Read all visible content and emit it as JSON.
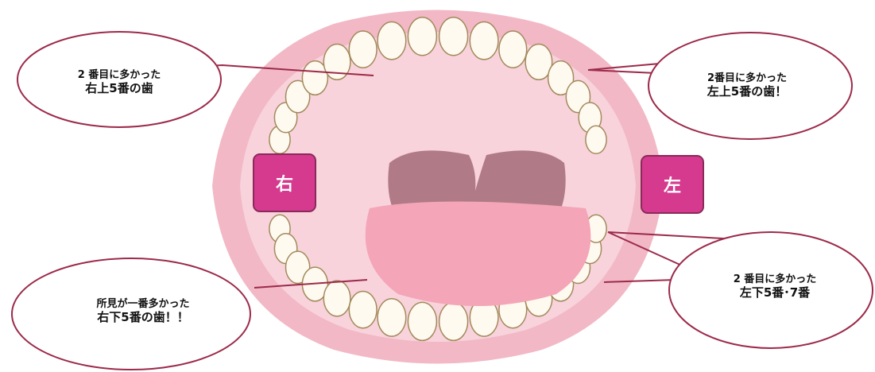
{
  "labels": {
    "right_side": "右",
    "left_side": "左"
  },
  "callouts": {
    "upper_right": {
      "line1": "2 番目に多かった",
      "line2": "右上5番の歯"
    },
    "upper_left": {
      "line1": "2番目に多かった",
      "line2": "左上5番の歯！"
    },
    "lower_right": {
      "line1": "所見が一番多かった",
      "line2": "右下5番の歯！！"
    },
    "lower_left": {
      "line1": "2 番目に多かった",
      "line2": "左下5番･7番"
    }
  },
  "colors": {
    "gum_outer": "#f2b8c6",
    "gum_inner": "#f8d3dc",
    "palate": "#fbe0e7",
    "tongue": "#f4a5b7",
    "throat": "#b07a86",
    "tooth": "#fffaf0",
    "tooth_outline": "#a38a5c",
    "label_box": "#d63a8e",
    "bubble_outline": "#9c2a4a"
  }
}
